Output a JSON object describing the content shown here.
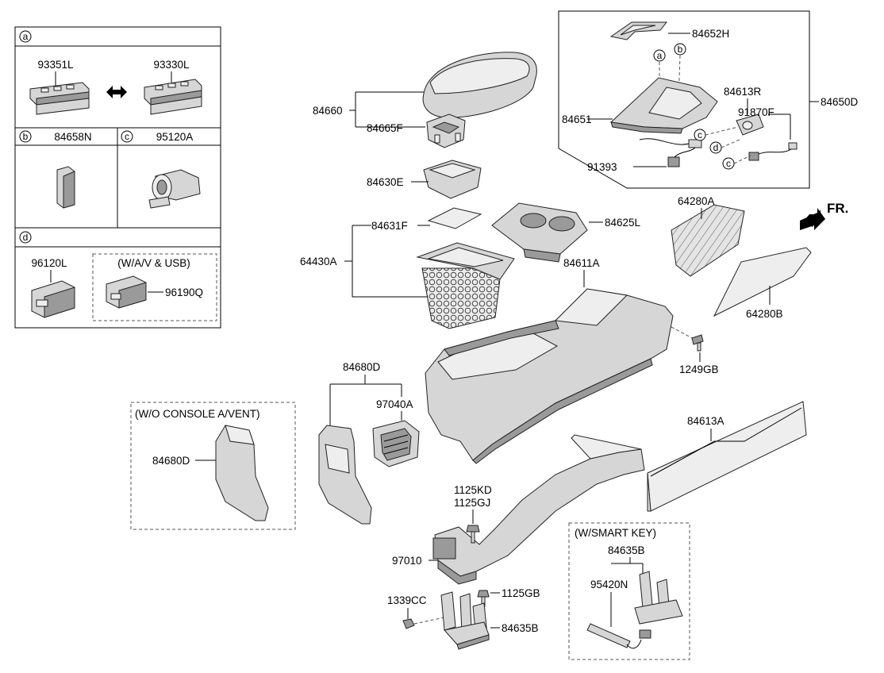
{
  "legend": {
    "a": {
      "letter": "a",
      "parts": [
        "93351L",
        "93330L"
      ]
    },
    "b": {
      "letter": "b",
      "part": "84658N"
    },
    "c": {
      "letter": "c",
      "part": "95120A"
    },
    "d": {
      "letter": "d",
      "part": "96120L",
      "option_label": "(W/A/V & USB)",
      "option_part": "96190Q"
    }
  },
  "inset_shift": {
    "parts": [
      "84652H",
      "84651",
      "84613R",
      "91870F",
      "91393",
      "84650D"
    ],
    "callouts": [
      "a",
      "b",
      "c",
      "d",
      "c"
    ]
  },
  "armrest": {
    "group": "84660",
    "hinge": "84665F",
    "tray": "84630E"
  },
  "storage": {
    "group": "64430A",
    "mat": "84631F",
    "cupholder": "84625L"
  },
  "side_covers": {
    "upper": "64280A",
    "lower": "64280B"
  },
  "front_marker": "FR.",
  "console_body": {
    "part": "84611A",
    "screw": "1249GB"
  },
  "rear": {
    "cover": "84680D",
    "vent": "97040A"
  },
  "option_no_vent": {
    "label": "(W/O CONSOLE A/VENT)",
    "part": "84680D"
  },
  "trim_panel": {
    "part": "84613A"
  },
  "duct": {
    "part": "97010",
    "bolts": [
      "1125KD",
      "1125GJ"
    ],
    "bolt2": "1125GB",
    "nut": "1339CC",
    "bracket": "84635B"
  },
  "option_smart_key": {
    "label": "(W/SMART KEY)",
    "bracket": "84635B",
    "antenna": "95420N"
  }
}
